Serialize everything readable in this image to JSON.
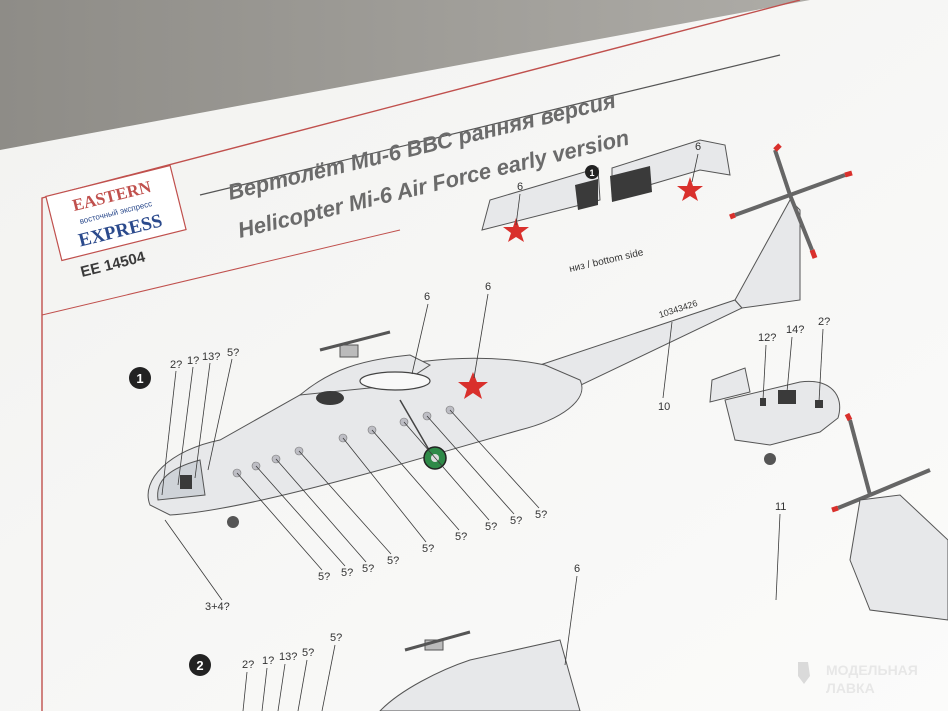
{
  "logo": {
    "line1": "EASTERN",
    "line2": "восточный экспресс",
    "line3": "EXPRESS"
  },
  "code": "EE 14504",
  "title_ru": "Вертолёт  Ми-6 ВВС  ранняя версия",
  "title_en": "Helicopter  Mi-6 Air Force early version",
  "wing_view": {
    "marker": "1",
    "caption": "низ / bottom side",
    "label_left": "6",
    "label_right": "6"
  },
  "profile1": {
    "marker": "1",
    "serial": "10343426",
    "top_labels": [
      "2?",
      "1?",
      "13?",
      "5?"
    ],
    "bottom_left": "3+4?",
    "mid_labels": [
      "6",
      "6"
    ],
    "tail_label": "10",
    "bottom_labels": [
      "5?",
      "5?",
      "5?",
      "5?",
      "5?",
      "5?",
      "5?",
      "5?",
      "5?"
    ]
  },
  "rear_view": {
    "labels": [
      "12?",
      "14?",
      "2?"
    ]
  },
  "profile2": {
    "marker": "2",
    "top_labels": [
      "2?",
      "1?",
      "13?",
      "5?",
      "5?"
    ],
    "mid_label": "6",
    "right_label": "11"
  },
  "watermark": {
    "line1": "МОДЕЛЬНАЯ",
    "line2": "ЛАВКА"
  },
  "colors": {
    "frame": "#c0504d",
    "logo_blue": "#2b4a8c",
    "star_red": "#d9302c",
    "dark_panel": "#3a3a3a",
    "wheel_green": "#2f8a48"
  }
}
